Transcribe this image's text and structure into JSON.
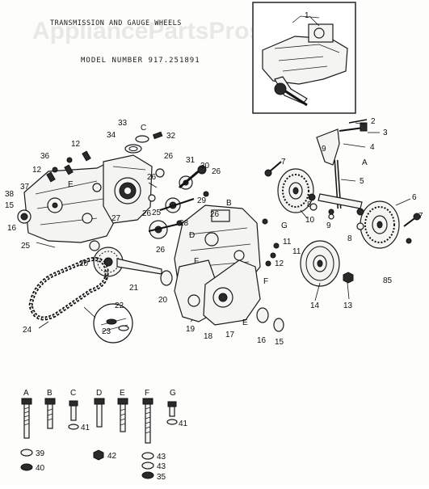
{
  "watermark": "AppliancePartsPros.com",
  "header": {
    "title": "TRANSMISSION AND GAUGE WHEELS",
    "model": "MODEL NUMBER 917.251891"
  },
  "inset": {
    "callout": "1"
  },
  "page_code": "85",
  "callouts": {
    "c2": "2",
    "c3": "3",
    "c4": "4",
    "c5": "5",
    "c6": "6",
    "c7a": "7",
    "c7b": "7",
    "c8a": "8",
    "c8b": "8",
    "c9a": "9",
    "c9b": "9",
    "c10": "10",
    "c11": "11",
    "c12a": "12",
    "c12b": "12",
    "c12c": "12",
    "c13": "13",
    "c14": "14",
    "c15a": "15",
    "c15b": "15",
    "c16a": "16",
    "c16b": "16",
    "c17": "17",
    "c18": "18",
    "c19": "19",
    "c20a": "20",
    "c20b": "20",
    "c21": "21",
    "c22": "22",
    "c23": "23",
    "c24": "24",
    "c25a": "25",
    "c25b": "25",
    "c26a": "26",
    "c26b": "26",
    "c26c": "26",
    "c26d": "26",
    "c26e": "26",
    "c26f": "26",
    "c27": "27",
    "c28": "28",
    "c29": "29",
    "c30": "30",
    "c31": "31",
    "c32": "32",
    "c33": "33",
    "c34": "34",
    "c36": "36",
    "c37": "37",
    "c38": "38",
    "c11b": "11",
    "cB": "B",
    "cC": "C",
    "cD": "D",
    "cE": "E",
    "cF": "F",
    "cG": "G",
    "cA": "A",
    "cE2": "E",
    "cF2": "F"
  },
  "hardware": {
    "letters": [
      "A",
      "B",
      "C",
      "D",
      "E",
      "F",
      "G"
    ],
    "n39": "39",
    "n40": "40",
    "n41a": "41",
    "n41b": "41",
    "n42": "42",
    "n43a": "43",
    "n43b": "43",
    "n35": "35"
  }
}
